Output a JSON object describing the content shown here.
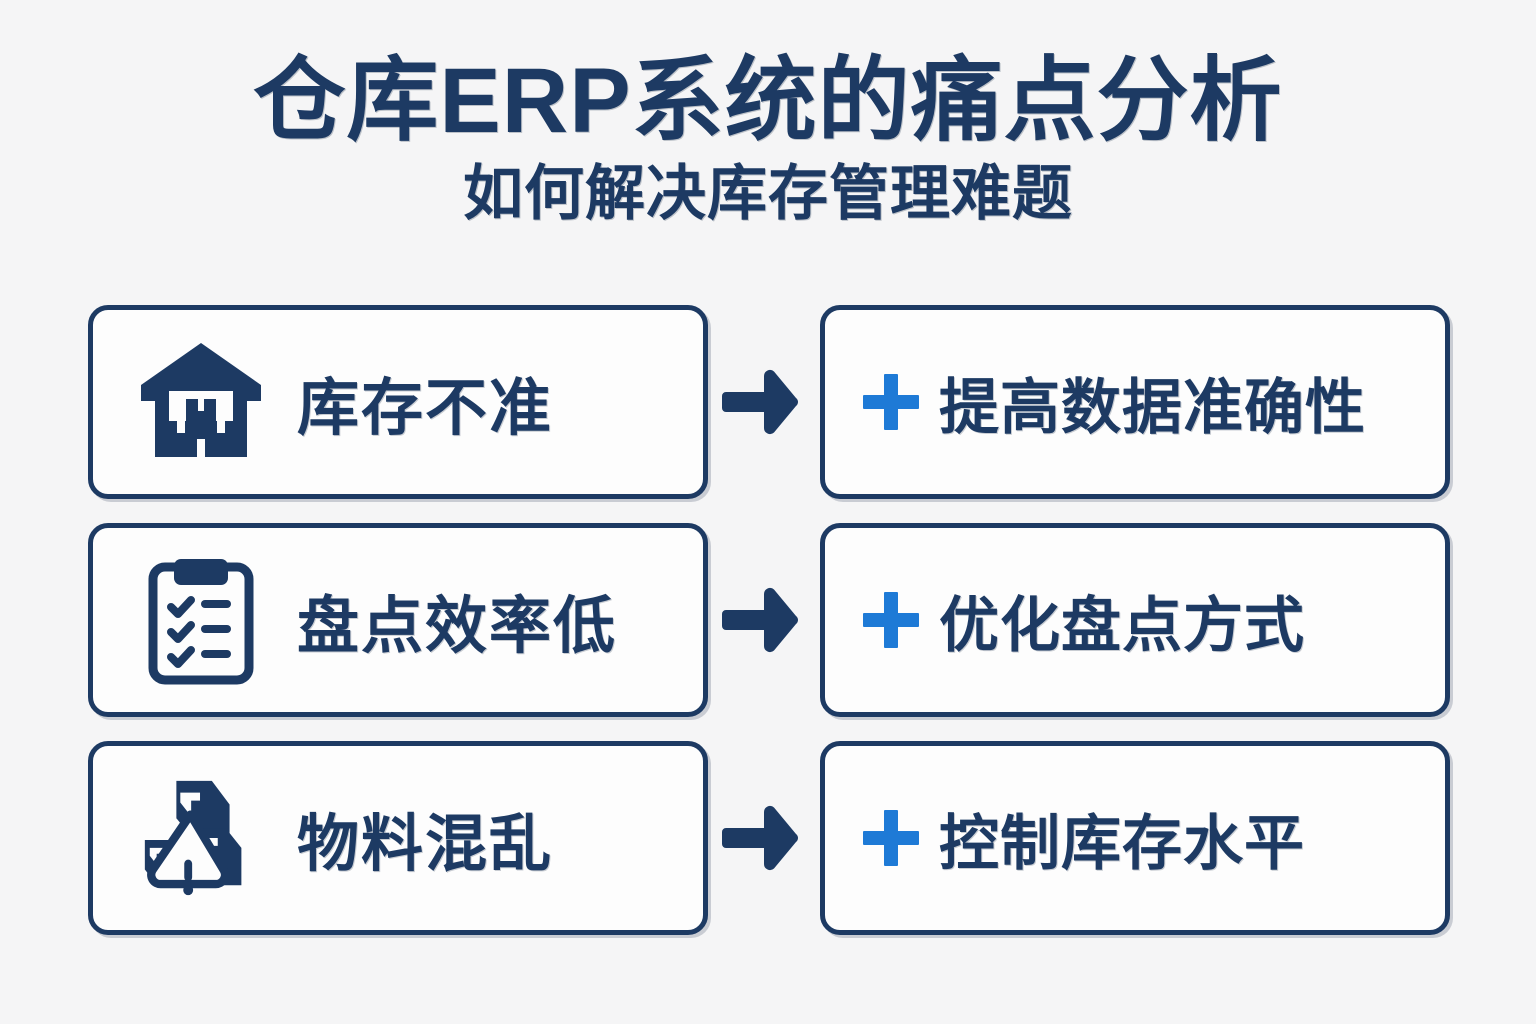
{
  "header": {
    "title": "仓库ERP系统的痛点分析",
    "subtitle": "如何解决库存管理难题"
  },
  "colors": {
    "navy": "#1d3a63",
    "accent_blue": "#1e7ad6",
    "background": "#f5f5f6",
    "card_fill": "#fdfdfd"
  },
  "rows": [
    {
      "pain": {
        "icon": "warehouse-icon",
        "label": "库存不准"
      },
      "arrow": "arrow-right-icon",
      "fix": {
        "icon": "plus-icon",
        "label": "提高数据准确性"
      }
    },
    {
      "pain": {
        "icon": "clipboard-checklist-icon",
        "label": "盘点效率低"
      },
      "arrow": "arrow-right-icon",
      "fix": {
        "icon": "plus-icon",
        "label": "优化盘点方式"
      }
    },
    {
      "pain": {
        "icon": "boxes-warning-icon",
        "label": "物料混乱"
      },
      "arrow": "arrow-right-icon",
      "fix": {
        "icon": "plus-icon",
        "label": "控制库存水平"
      }
    }
  ]
}
